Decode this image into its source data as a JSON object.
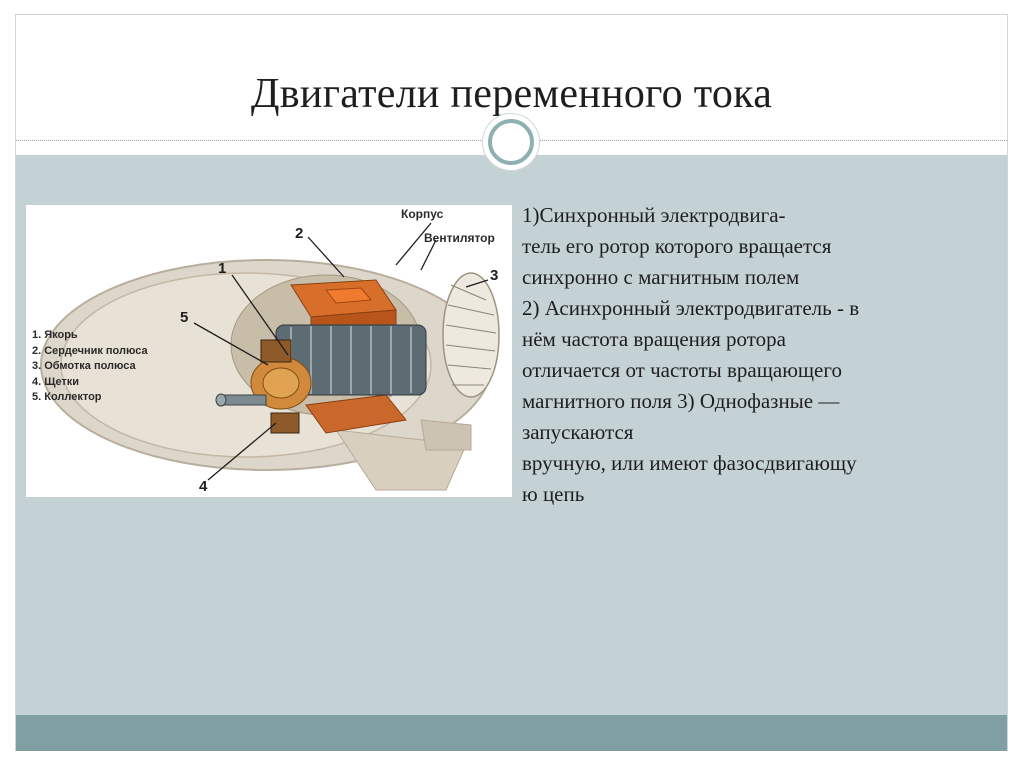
{
  "slide": {
    "title": "Двигатели переменного тока",
    "body_lines": [
      "1)Синхронный электродвига-",
      "тель его ротор  которого  вращается",
      "синхронно с магнитным полем",
      "2) Асинхронный электродвигатель - в",
      "нём частота вращения ротора",
      "отличается от частоты вращающего",
      "магнитного поля 3) Однофазные —",
      "запускаются",
      "вручную, или  имеют фазосдвигающу",
      "ю цепь"
    ]
  },
  "figure": {
    "label_housing": "Корпус",
    "label_fan": "Вентилятор",
    "numbers": [
      "1",
      "2",
      "3",
      "4",
      "5"
    ],
    "legend": [
      "1. Якорь",
      "2. Сердечник полюса",
      "3. Обмотка полюса",
      "4. Щетки",
      "5. Коллектор"
    ]
  },
  "colors": {
    "content_band": "#c5d2d5",
    "footer_band": "#7f9fa3",
    "accent_ring": "#8fb0b3"
  }
}
